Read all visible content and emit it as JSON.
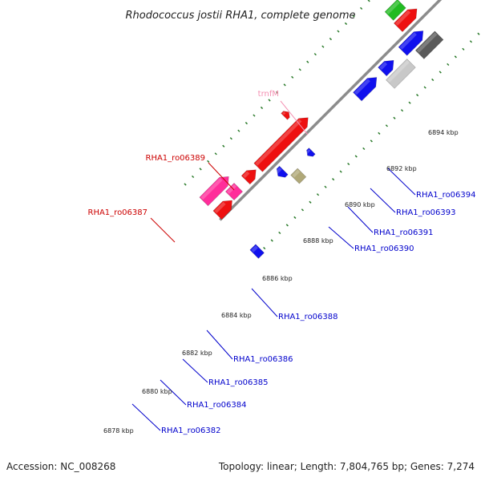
{
  "title": "Rhodococcus jostii RHA1, complete genome",
  "footer": {
    "accession": "Accession: NC_008268",
    "summary": "Topology: linear; Length: 7,804,765 bp; Genes: 7,274"
  },
  "colors": {
    "backbone": "#8c8c8c",
    "tick": "#2a7a2a",
    "label_blue": "#0000cc",
    "label_red": "#cc0000",
    "label_pink": "#f48fb1",
    "gene_blue": "#1010ee",
    "gene_red": "#ee1010",
    "gene_darkgray": "#5a5a5a",
    "gene_lightgray": "#c8c8c8",
    "gene_green": "#22bb22",
    "gene_orange": "#ff8800",
    "gene_purple": "#4a3a8c",
    "gene_pink": "#ff2d9a",
    "gene_khaki": "#b0a878"
  },
  "tick_labels": [
    "6878 kbp",
    "6880 kbp",
    "6882 kbp",
    "6884 kbp",
    "6886 kbp",
    "6888 kbp",
    "6890 kbp",
    "6892 kbp",
    "6894 kbp"
  ],
  "gene_labels": [
    {
      "text": "RHA1_ro06382",
      "color": "blue"
    },
    {
      "text": "RHA1_ro06384",
      "color": "blue"
    },
    {
      "text": "RHA1_ro06385",
      "color": "blue"
    },
    {
      "text": "RHA1_ro06386",
      "color": "blue"
    },
    {
      "text": "RHA1_ro06388",
      "color": "blue"
    },
    {
      "text": "RHA1_ro06390",
      "color": "blue"
    },
    {
      "text": "RHA1_ro06391",
      "color": "blue"
    },
    {
      "text": "RHA1_ro06393",
      "color": "blue"
    },
    {
      "text": "RHA1_ro06394",
      "color": "blue"
    },
    {
      "text": "RHA1_ro06387",
      "color": "red"
    },
    {
      "text": "RHA1_ro06389",
      "color": "red"
    },
    {
      "text": "trnfM",
      "color": "pink"
    }
  ]
}
